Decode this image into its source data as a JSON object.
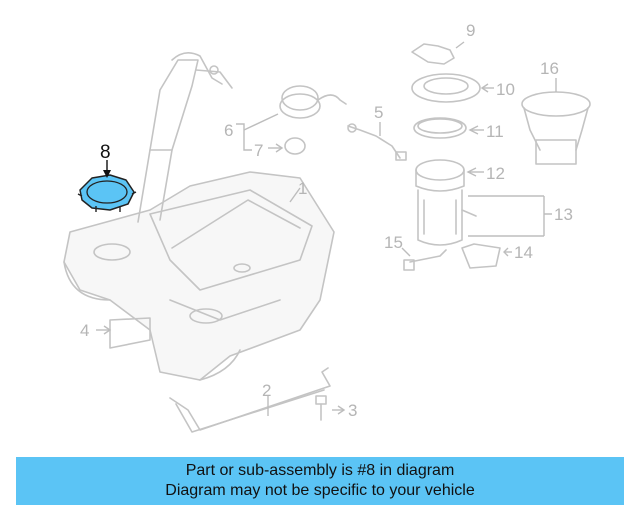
{
  "callouts": {
    "c1": "1",
    "c2": "2",
    "c3": "3",
    "c4": "4",
    "c5": "5",
    "c6": "6",
    "c7": "7",
    "c8": "8",
    "c9": "9",
    "c10": "10",
    "c11": "11",
    "c12": "12",
    "c13": "13",
    "c14": "14",
    "c15": "15",
    "c16": "16"
  },
  "highlight_color": "#5bc4f5",
  "caption": {
    "line1": "Part or sub-assembly is #8 in diagram",
    "line2": "Diagram may not be specific to your vehicle"
  }
}
